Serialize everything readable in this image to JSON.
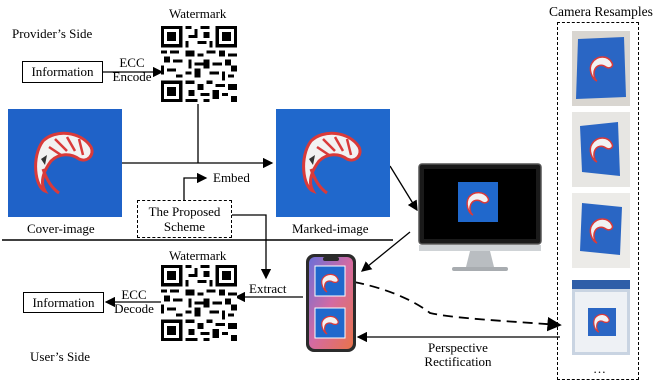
{
  "provider_side": "Provider’s Side",
  "user_side": "User’s Side",
  "watermark_top": "Watermark",
  "watermark_bottom": "Watermark",
  "information_top": "Information",
  "information_bottom": "Information",
  "ecc_encode_1": "ECC",
  "ecc_encode_2": "Encode",
  "ecc_decode_1": "ECC",
  "ecc_decode_2": "Decode",
  "cover_image": "Cover-image",
  "marked_image": "Marked-image",
  "embed": "Embed",
  "extract": "Extract",
  "scheme_1": "The Proposed",
  "scheme_2": "Scheme",
  "camera_resamples": "Camera Resamples",
  "perspective_1": "Perspective",
  "perspective_2": "Rectification",
  "ellipsis": "…",
  "colors": {
    "sky": "#1f62c8",
    "kite": "#d93a3a",
    "monitor": "#1a1a1a",
    "phone": "#2b2b2b"
  }
}
